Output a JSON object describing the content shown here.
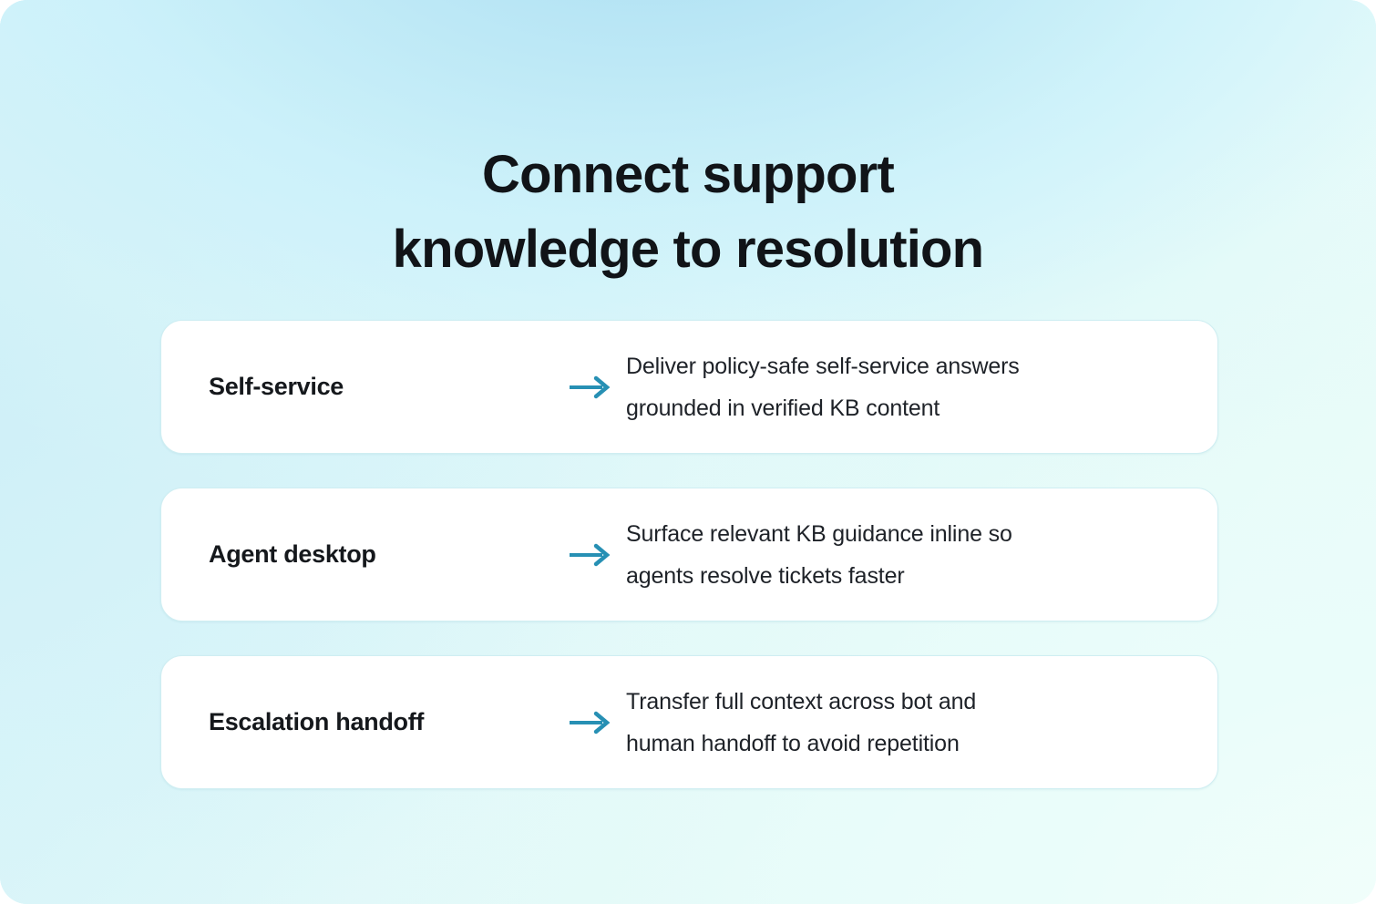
{
  "hero": {
    "headline": "Connect support\nknowledge to resolution"
  },
  "colors": {
    "arrow": "#2790b4",
    "heading_text": "#111418",
    "card_background": "#ffffff",
    "card_border": "#cfeef2",
    "background_from": "#a6dcf2",
    "background_to": "#f3fefb"
  },
  "cards": [
    {
      "label": "Self-service",
      "arrow_icon": "arrow-right-icon",
      "description": "Deliver policy-safe self-service answers\ngrounded in verified KB content"
    },
    {
      "label": "Agent desktop",
      "arrow_icon": "arrow-right-icon",
      "description": "Surface relevant KB guidance inline so\nagents resolve tickets faster"
    },
    {
      "label": "Escalation handoff",
      "arrow_icon": "arrow-right-icon",
      "description": "Transfer full context across bot and\nhuman handoff to avoid repetition"
    }
  ]
}
